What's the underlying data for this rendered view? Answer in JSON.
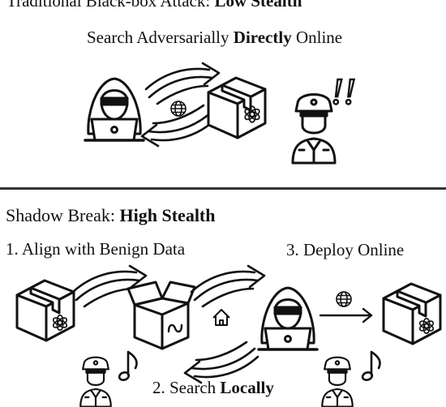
{
  "top_section": {
    "heading_prefix": "Traditional Black-box Attack: ",
    "heading_emphasis": "Low Stealth",
    "caption_prefix": "Search Adversarially ",
    "caption_emphasis": "Directly",
    "caption_suffix": " Online"
  },
  "bottom_section": {
    "heading_prefix": "Shadow Break: ",
    "heading_emphasis": "High Stealth",
    "step1_label": "1. Align with Benign Data",
    "step2_prefix": "2. Search ",
    "step2_emphasis": "Locally",
    "step3_label": "3. Deploy Online"
  },
  "alert_marks": "!!",
  "icons": [
    "hooded-attacker-icon",
    "laptop-icon",
    "globe-icon",
    "closed-box-icon",
    "openai-logo-icon",
    "police-officer-icon",
    "open-box-icon",
    "meta-logo-icon",
    "home-icon",
    "music-note-icon",
    "arrow-icon"
  ]
}
